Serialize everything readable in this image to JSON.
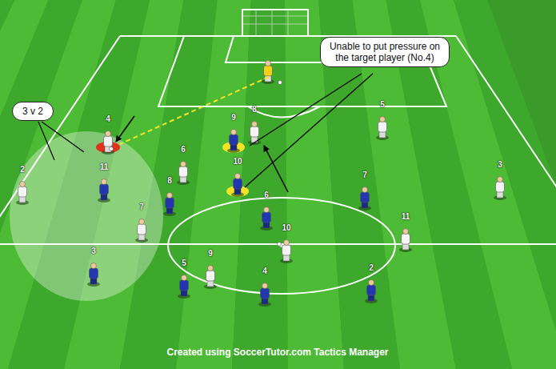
{
  "diagram": {
    "nodes": [
      {
        "text": [
          "Unable to put pressure on the target player (No.4)"
        ]
      },
      {
        "text": [
          "3 v 2"
        ]
      }
    ],
    "labels": [
      "4",
      "8",
      "5",
      "9",
      "6",
      "2",
      "11",
      "10",
      "8",
      "7",
      "3",
      "6",
      "7",
      "10",
      "11",
      "3",
      "9",
      "5",
      "4",
      "2",
      "Created using SoccerTutor.com Tactics Manager"
    ]
  }
}
